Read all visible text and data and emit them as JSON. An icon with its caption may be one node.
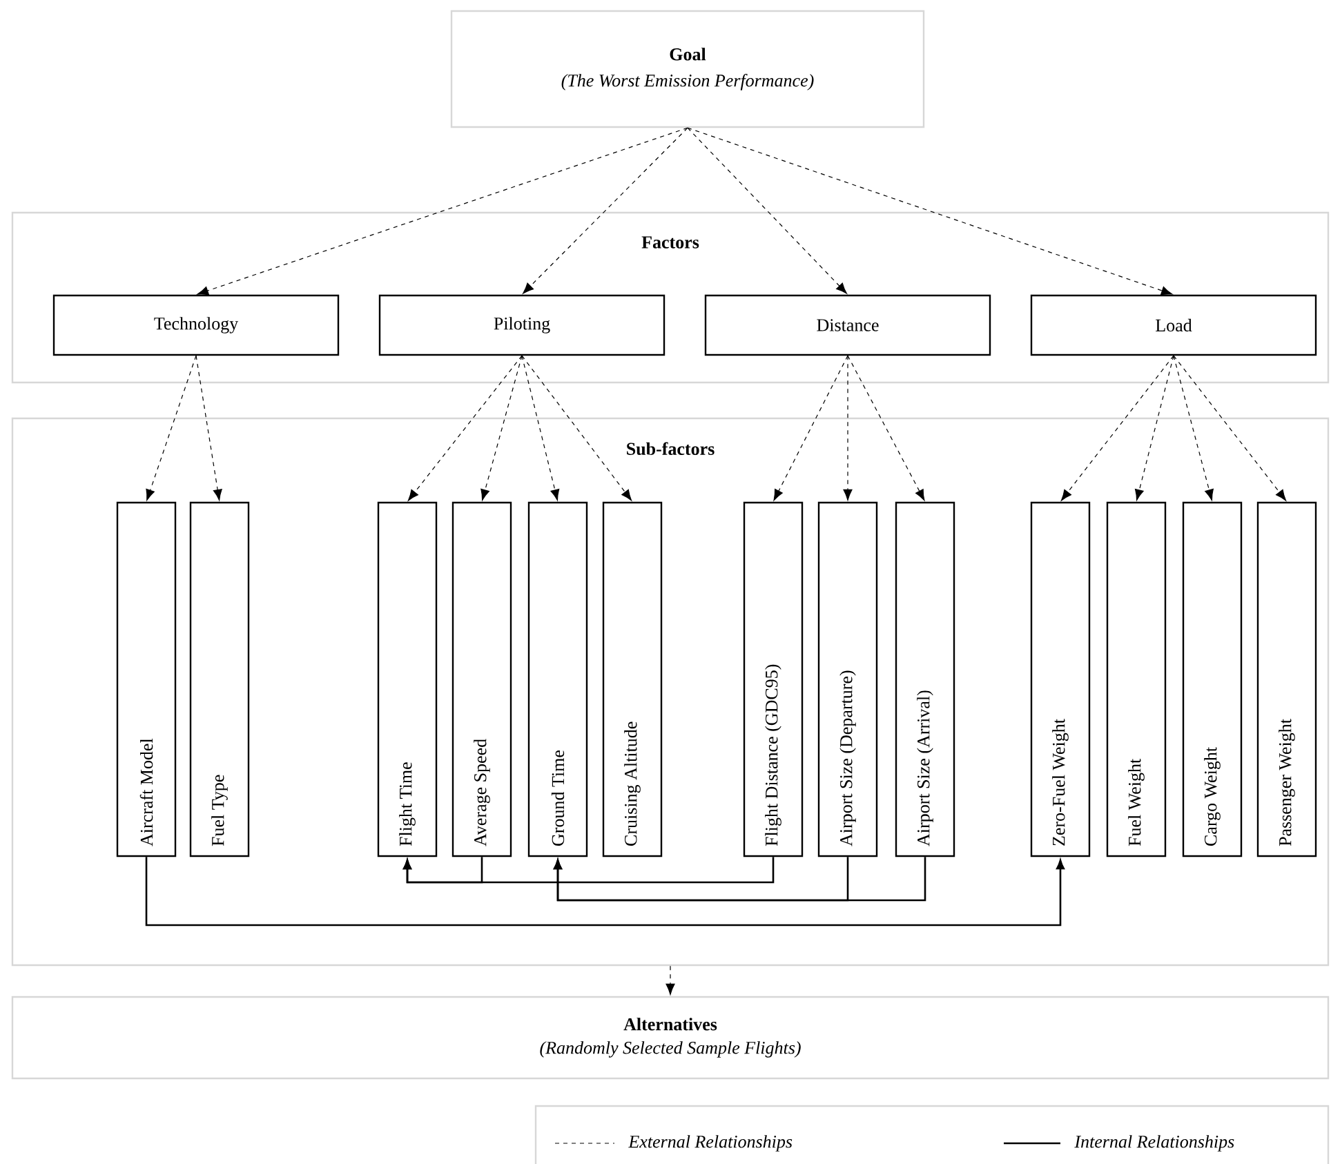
{
  "diagram": {
    "nodes": [
      {
        "text": [
          "Goal",
          "(The Worst Emission Performance)"
        ]
      },
      {
        "text": [
          "Factors"
        ]
      },
      {
        "text": [
          "Technology"
        ],
        "in": 1
      },
      {
        "text": [
          "Piloting"
        ],
        "in": 1
      },
      {
        "text": [
          "Distance"
        ],
        "in": 1
      },
      {
        "text": [
          "Load"
        ],
        "in": 1
      },
      {
        "text": [
          "Sub-factors"
        ]
      },
      {
        "text": [
          "Aircraft Model"
        ],
        "in": 6
      },
      {
        "text": [
          "Fuel Type"
        ],
        "in": 6
      },
      {
        "text": [
          "Flight Time"
        ],
        "in": 6
      },
      {
        "text": [
          "Average Speed"
        ],
        "in": 6
      },
      {
        "text": [
          "Ground Time"
        ],
        "in": 6
      },
      {
        "text": [
          "Cruising Altitude"
        ],
        "in": 6
      },
      {
        "text": [
          "Flight Distance (GDC95)"
        ],
        "in": 6
      },
      {
        "text": [
          "Airport Size (Departure)"
        ],
        "in": 6
      },
      {
        "text": [
          "Airport Size (Arrival)"
        ],
        "in": 6
      },
      {
        "text": [
          "Zero-Fuel Weight"
        ],
        "in": 6
      },
      {
        "text": [
          "Fuel Weight"
        ],
        "in": 6
      },
      {
        "text": [
          "Cargo Weight"
        ],
        "in": 6
      },
      {
        "text": [
          "Passenger Weight"
        ],
        "in": 6
      },
      {
        "text": [
          "Alternatives",
          "(Randomly Selected Sample Flights)"
        ]
      }
    ],
    "edges": [
      {
        "from": 0,
        "to": 2,
        "arrow": "to",
        "style": "dashed"
      },
      {
        "from": 0,
        "to": 3,
        "arrow": "to",
        "style": "dashed"
      },
      {
        "from": 0,
        "to": 4,
        "arrow": "to",
        "style": "dashed"
      },
      {
        "from": 0,
        "to": 5,
        "arrow": "to",
        "style": "dashed"
      },
      {
        "from": 2,
        "to": 7,
        "arrow": "to",
        "style": "dashed"
      },
      {
        "from": 2,
        "to": 8,
        "arrow": "to",
        "style": "dashed"
      },
      {
        "from": 3,
        "to": 9,
        "arrow": "to",
        "style": "dashed"
      },
      {
        "from": 3,
        "to": 10,
        "arrow": "to",
        "style": "dashed"
      },
      {
        "from": 3,
        "to": 11,
        "arrow": "to",
        "style": "dashed"
      },
      {
        "from": 3,
        "to": 12,
        "arrow": "to",
        "style": "dashed"
      },
      {
        "from": 4,
        "to": 13,
        "arrow": "to",
        "style": "dashed"
      },
      {
        "from": 4,
        "to": 14,
        "arrow": "to",
        "style": "dashed"
      },
      {
        "from": 4,
        "to": 15,
        "arrow": "to",
        "style": "dashed"
      },
      {
        "from": 5,
        "to": 16,
        "arrow": "to",
        "style": "dashed"
      },
      {
        "from": 5,
        "to": 17,
        "arrow": "to",
        "style": "dashed"
      },
      {
        "from": 5,
        "to": 18,
        "arrow": "to",
        "style": "dashed"
      },
      {
        "from": 5,
        "to": 19,
        "arrow": "to",
        "style": "dashed"
      },
      {
        "from": 10,
        "to": 9,
        "arrow": "to"
      },
      {
        "from": 13,
        "to": 9,
        "arrow": "to"
      },
      {
        "from": 14,
        "to": 11,
        "arrow": "to"
      },
      {
        "from": 15,
        "to": 11,
        "arrow": "to"
      },
      {
        "from": 7,
        "to": 16,
        "arrow": "to"
      },
      {
        "from": 6,
        "to": 20,
        "arrow": "to",
        "style": "dashed"
      }
    ],
    "legend": [
      {
        "text": "External Relationships"
      },
      {
        "text": "Internal Relationships"
      }
    ]
  }
}
